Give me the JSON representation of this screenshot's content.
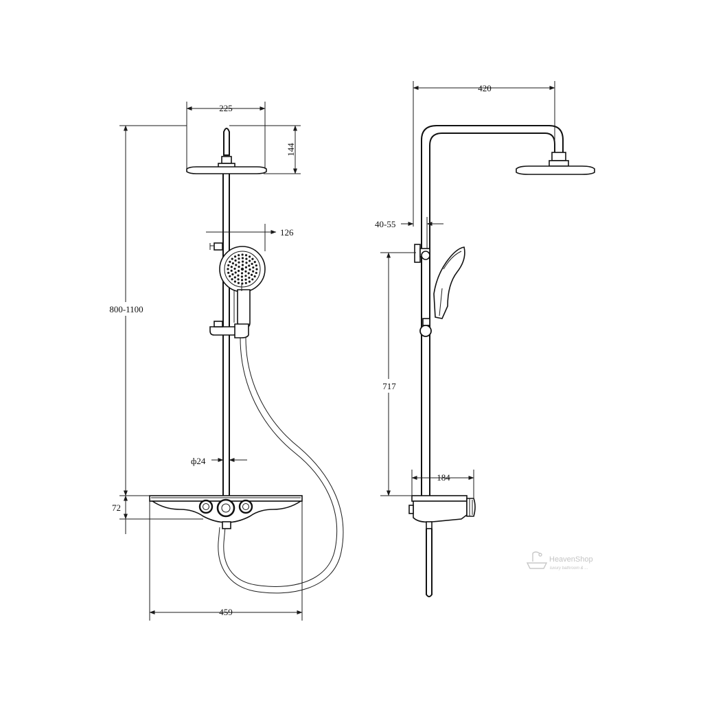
{
  "drawing": {
    "front_view": {
      "dimensions": {
        "head_width": "225",
        "head_height": "144",
        "handshower_width": "126",
        "total_height": "800-1100",
        "pipe_diameter": "ф24",
        "shelf_height": "72",
        "shelf_width": "459"
      }
    },
    "side_view": {
      "dimensions": {
        "arm_reach": "420",
        "wall_offset": "40-55",
        "mount_height": "717",
        "shelf_depth": "184"
      }
    }
  },
  "watermark": {
    "brand": "HeavenShop",
    "tagline": "luxury bathroom & ..."
  },
  "colors": {
    "line": "#111111",
    "background": "#ffffff",
    "watermark": "#c4c4c4"
  }
}
